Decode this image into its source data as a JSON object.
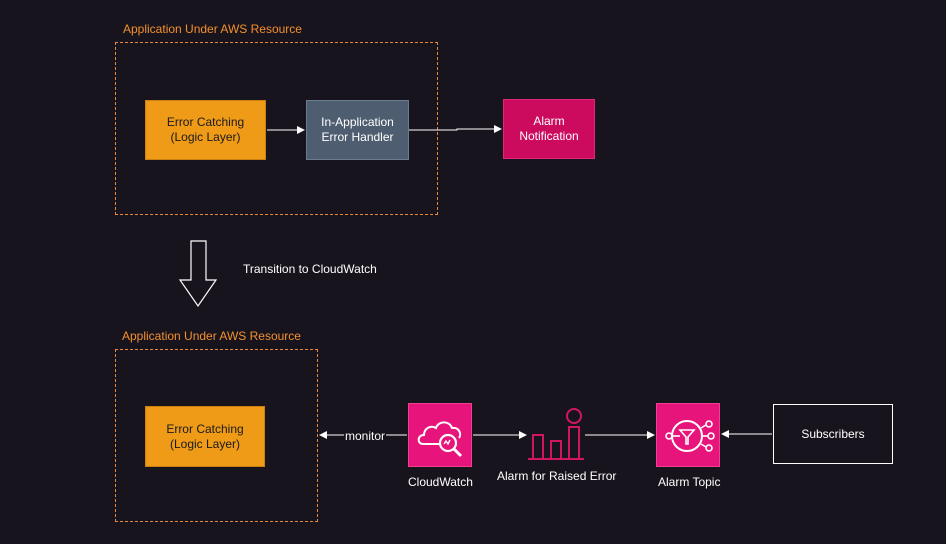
{
  "top_group": {
    "label": "Application Under AWS Resource",
    "error_catching": "Error Catching\n(Logic Layer)",
    "error_handler": "In-Application\nError Handler"
  },
  "alarm_notification": "Alarm\nNotification",
  "transition_label": "Transition to CloudWatch",
  "bottom_group": {
    "label": "Application Under AWS Resource",
    "error_catching": "Error Catching\n(Logic Layer)"
  },
  "monitor_label": "monitor",
  "cloudwatch": {
    "label": "CloudWatch",
    "icon": "cloudwatch-icon"
  },
  "alarm_metric": {
    "label": "Alarm for Raised Error",
    "icon": "alarm-chart-icon"
  },
  "alarm_topic": {
    "label": "Alarm Topic",
    "icon": "sns-topic-icon"
  },
  "subscribers": "Subscribers",
  "colors": {
    "background": "#18141d",
    "orange": "#ef9b18",
    "slate": "#4e5e70",
    "magenta": "#cc0a5e",
    "dashed_border": "#e8893a"
  }
}
